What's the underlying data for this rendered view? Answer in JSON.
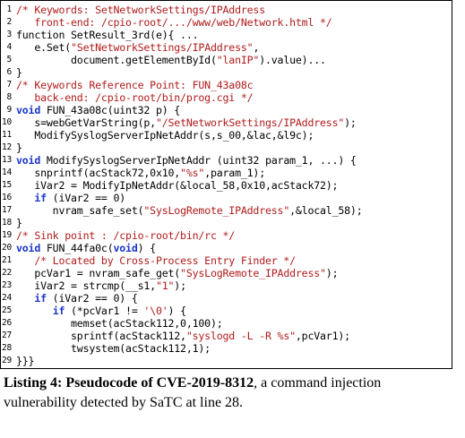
{
  "listing": {
    "lines": [
      {
        "n": "1",
        "tokens": [
          {
            "t": "/* Keywords: SetNetworkSettings/IPAddress",
            "c": "cmt"
          }
        ]
      },
      {
        "n": "2",
        "tokens": [
          {
            "t": "   front-end: /cpio-root/.../www/web/Network.html */",
            "c": "cmt"
          }
        ]
      },
      {
        "n": "3",
        "tokens": [
          {
            "t": "function SetResult_3rd(e){ ...",
            "c": ""
          }
        ]
      },
      {
        "n": "4",
        "tokens": [
          {
            "t": "   e.Set(",
            "c": ""
          },
          {
            "t": "\"SetNetworkSettings/IPAddress\"",
            "c": "str"
          },
          {
            "t": ",",
            "c": ""
          }
        ]
      },
      {
        "n": "5",
        "tokens": [
          {
            "t": "         document.getElementById(",
            "c": ""
          },
          {
            "t": "\"lanIP\"",
            "c": "str"
          },
          {
            "t": ").value)...",
            "c": ""
          }
        ]
      },
      {
        "n": "6",
        "tokens": [
          {
            "t": "}",
            "c": ""
          }
        ]
      },
      {
        "n": "7",
        "tokens": [
          {
            "t": "/* Keywords Reference Point: FUN_43a08c",
            "c": "cmt"
          }
        ]
      },
      {
        "n": "8",
        "tokens": [
          {
            "t": "   back-end: /cpio-root/bin/prog.cgi */",
            "c": "cmt"
          }
        ]
      },
      {
        "n": "9",
        "tokens": [
          {
            "t": "void",
            "c": "kw"
          },
          {
            "t": " FUN_43a08c(uint32 p) {",
            "c": ""
          }
        ]
      },
      {
        "n": "10",
        "tokens": [
          {
            "t": "   s=webGetVarString(p,",
            "c": ""
          },
          {
            "t": "\"/SetNetworkSettings/IPAddress\"",
            "c": "str"
          },
          {
            "t": ");",
            "c": ""
          }
        ]
      },
      {
        "n": "11",
        "tokens": [
          {
            "t": "   ModifySyslogServerIpNetAddr(s,s_00,&lac,&l9c);",
            "c": ""
          }
        ]
      },
      {
        "n": "12",
        "tokens": [
          {
            "t": "}",
            "c": ""
          }
        ]
      },
      {
        "n": "13",
        "tokens": [
          {
            "t": "void",
            "c": "kw"
          },
          {
            "t": " ModifySyslogServerIpNetAddr (uint32 param_1, ...) {",
            "c": ""
          }
        ]
      },
      {
        "n": "14",
        "tokens": [
          {
            "t": "   snprintf(acStack72,0x10,",
            "c": ""
          },
          {
            "t": "\"%s\"",
            "c": "str"
          },
          {
            "t": ",param_1);",
            "c": ""
          }
        ]
      },
      {
        "n": "15",
        "tokens": [
          {
            "t": "   iVar2 = ModifyIpNetAddr(&local_58,0x10,acStack72);",
            "c": ""
          }
        ]
      },
      {
        "n": "16",
        "tokens": [
          {
            "t": "   ",
            "c": ""
          },
          {
            "t": "if",
            "c": "kw"
          },
          {
            "t": " (iVar2 == 0)",
            "c": ""
          }
        ]
      },
      {
        "n": "17",
        "tokens": [
          {
            "t": "      nvram_safe_set(",
            "c": ""
          },
          {
            "t": "\"SysLogRemote_IPAddress\"",
            "c": "str"
          },
          {
            "t": ",&local_58);",
            "c": ""
          }
        ]
      },
      {
        "n": "18",
        "tokens": [
          {
            "t": "}",
            "c": ""
          }
        ]
      },
      {
        "n": "19",
        "tokens": [
          {
            "t": "/* Sink point : /cpio-root/bin/rc */",
            "c": "cmt"
          }
        ]
      },
      {
        "n": "20",
        "tokens": [
          {
            "t": "void",
            "c": "kw"
          },
          {
            "t": " FUN_44fa0c(",
            "c": ""
          },
          {
            "t": "void",
            "c": "kw"
          },
          {
            "t": ") {",
            "c": ""
          }
        ]
      },
      {
        "n": "21",
        "tokens": [
          {
            "t": "   ",
            "c": ""
          },
          {
            "t": "/* Located by Cross-Process Entry Finder */",
            "c": "cmt"
          }
        ]
      },
      {
        "n": "22",
        "tokens": [
          {
            "t": "   pcVar1 = nvram_safe_get(",
            "c": ""
          },
          {
            "t": "\"SysLogRemote_IPAddress\"",
            "c": "str"
          },
          {
            "t": ");",
            "c": ""
          }
        ]
      },
      {
        "n": "23",
        "tokens": [
          {
            "t": "   iVar2 = strcmp(__s1,",
            "c": ""
          },
          {
            "t": "\"1\"",
            "c": "str"
          },
          {
            "t": ");",
            "c": ""
          }
        ]
      },
      {
        "n": "24",
        "tokens": [
          {
            "t": "   ",
            "c": ""
          },
          {
            "t": "if",
            "c": "kw"
          },
          {
            "t": " (iVar2 == 0) {",
            "c": ""
          }
        ]
      },
      {
        "n": "25",
        "tokens": [
          {
            "t": "      ",
            "c": ""
          },
          {
            "t": "if",
            "c": "kw"
          },
          {
            "t": " (*pcVar1 != ",
            "c": ""
          },
          {
            "t": "'\\0'",
            "c": "str"
          },
          {
            "t": ") {",
            "c": ""
          }
        ]
      },
      {
        "n": "26",
        "tokens": [
          {
            "t": "         memset(acStack112,0,100);",
            "c": ""
          }
        ]
      },
      {
        "n": "27",
        "tokens": [
          {
            "t": "         sprintf(acStack112,",
            "c": ""
          },
          {
            "t": "\"syslogd -L -R %s\"",
            "c": "str"
          },
          {
            "t": ",pcVar1);",
            "c": ""
          }
        ]
      },
      {
        "n": "28",
        "tokens": [
          {
            "t": "         twsystem(acStack112,1);",
            "c": ""
          }
        ]
      },
      {
        "n": "29",
        "tokens": [
          {
            "t": "}}}",
            "c": ""
          }
        ]
      }
    ]
  },
  "caption": {
    "title": "Listing 4: Pseudocode of CVE-2019-8312",
    "body": ", a command injection vulnerability detected by SaTC at line 28."
  },
  "colors": {
    "comment": "#b01c1c",
    "string": "#b01c1c",
    "keyword": "#1b36c9"
  }
}
